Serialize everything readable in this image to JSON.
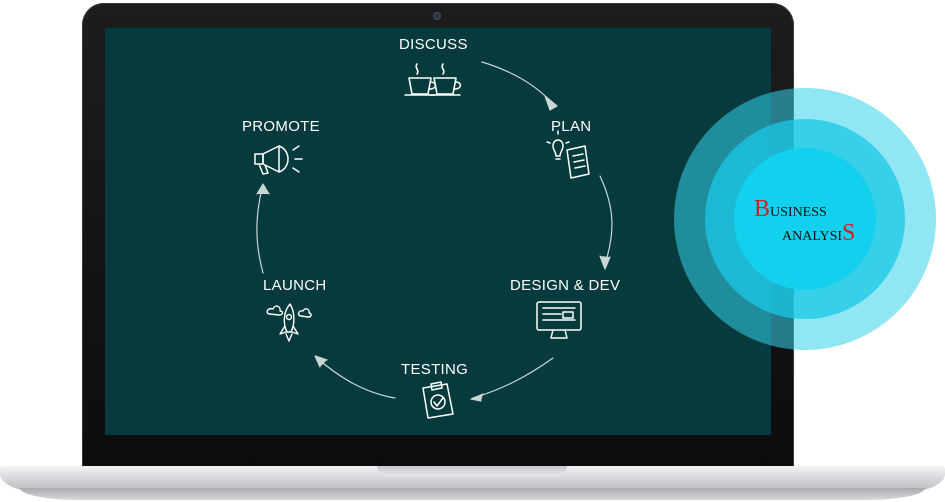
{
  "diagram": {
    "steps": [
      {
        "id": "discuss",
        "label": "DISCUSS",
        "icon": "coffee-cups-icon"
      },
      {
        "id": "plan",
        "label": "PLAN",
        "icon": "lightbulb-documents-icon"
      },
      {
        "id": "design",
        "label": "DESIGN & DEV",
        "icon": "monitor-wireframe-icon"
      },
      {
        "id": "testing",
        "label": "TESTING",
        "icon": "clipboard-check-icon"
      },
      {
        "id": "launch",
        "label": "LAUNCH",
        "icon": "rocket-icon"
      },
      {
        "id": "promote",
        "label": "PROMOTE",
        "icon": "megaphone-icon"
      }
    ]
  },
  "badge": {
    "line1_initial": "B",
    "line1_rest": "USINESS",
    "line2_rest": "ANALYSI",
    "line2_final": "S"
  },
  "colors": {
    "screen": "#063a3c",
    "badge_accent": "#12d0ee",
    "letter_accent": "#d31f24"
  }
}
